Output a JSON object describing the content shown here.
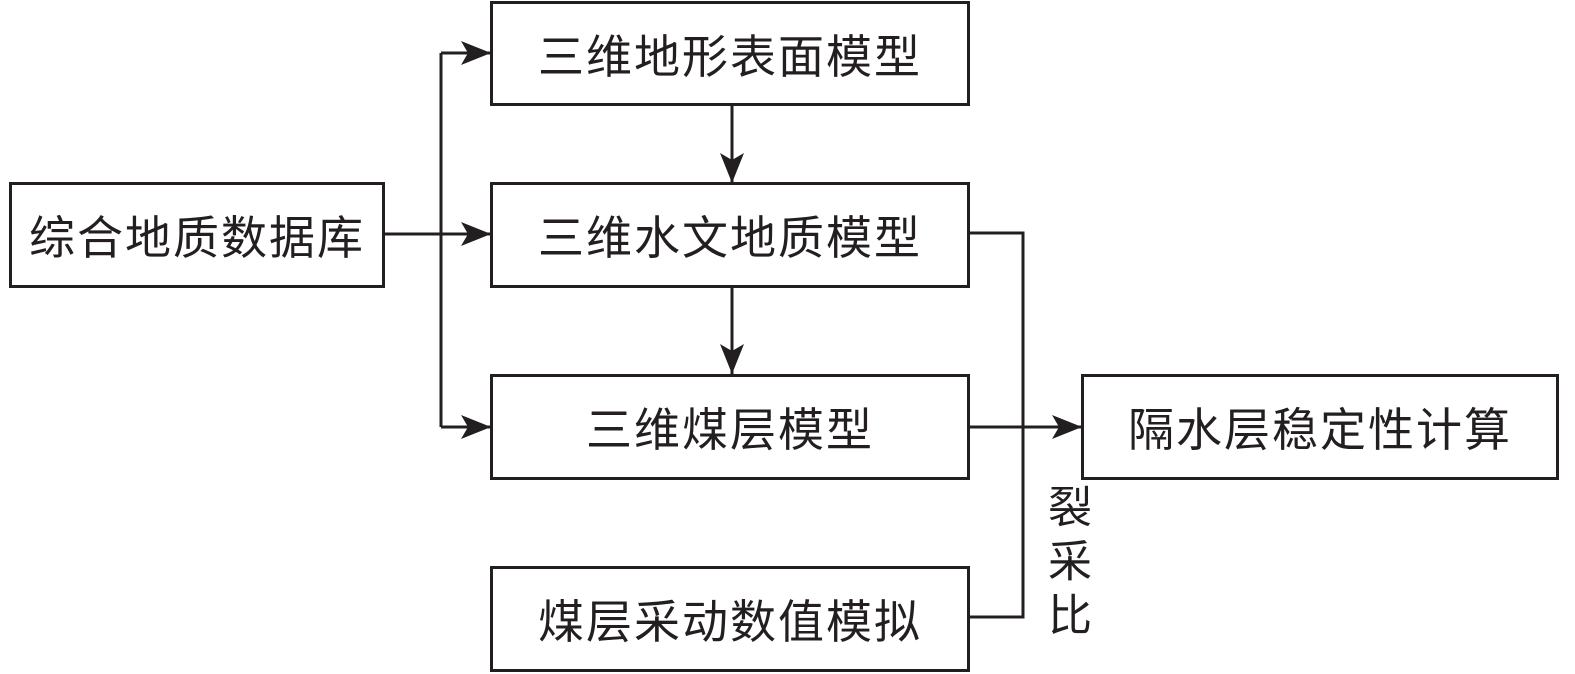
{
  "nodes": {
    "database": "综合地质数据库",
    "terrain": "三维地形表面模型",
    "hydro": "三维水文地质模型",
    "coal": "三维煤层模型",
    "simulation": "煤层采动数值模拟",
    "stability": "隔水层稳定性计算"
  },
  "edge_labels": {
    "ratio": "裂采比"
  },
  "edges": [
    {
      "from": "database",
      "to": "terrain"
    },
    {
      "from": "database",
      "to": "hydro"
    },
    {
      "from": "database",
      "to": "coal"
    },
    {
      "from": "terrain",
      "to": "hydro"
    },
    {
      "from": "hydro",
      "to": "coal"
    },
    {
      "from": "coal",
      "to": "stability"
    },
    {
      "from": "hydro",
      "to": "stability",
      "via": "merge-line"
    },
    {
      "from": "simulation",
      "to": "stability",
      "via": "merge-line",
      "label": "裂采比"
    }
  ],
  "colors": {
    "stroke": "#231f20",
    "background": "#ffffff"
  }
}
